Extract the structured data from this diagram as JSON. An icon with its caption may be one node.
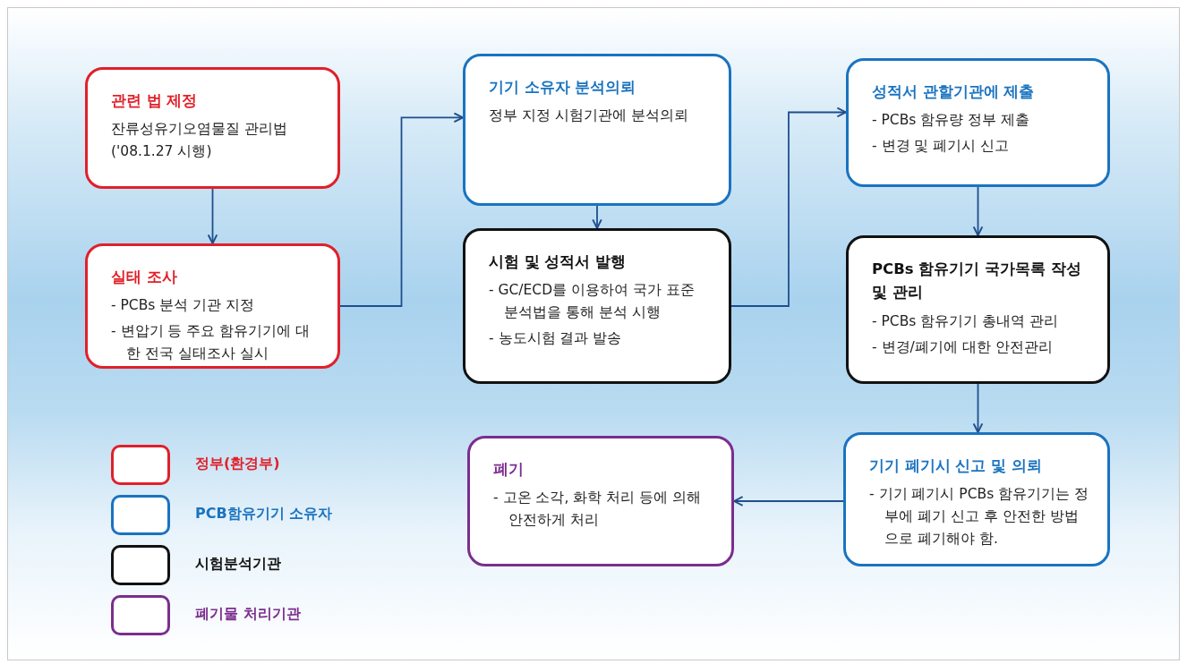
{
  "diagram": {
    "nodes": [
      {
        "text": [
          "관련 법 제정",
          "잔류성유기오염물질 관리법 ('08.1.27 시행)"
        ]
      },
      {
        "text": [
          "실태 조사",
          "- PCBs 분석 기관 지정",
          "- 변압기 등 주요 함유기기에 대한 전국 실태조사 실시"
        ]
      },
      {
        "text": [
          "기기 소유자 분석의뢰",
          "정부 지정 시험기관에 분석의뢰"
        ]
      },
      {
        "text": [
          "시험 및 성적서 발행",
          "- GC/ECD를 이용하여 국가 표준 분석법을 통해 분석 시행",
          "- 농도시험 결과 발송"
        ]
      },
      {
        "text": [
          "성적서 관할기관에 제출",
          "- PCBs 함유량 정부 제출",
          "- 변경 및 폐기시 신고"
        ]
      },
      {
        "text": [
          "PCBs 함유기기 국가목록 작성 및 관리",
          "- PCBs 함유기기 총내역 관리",
          "- 변경/폐기에 대한 안전관리"
        ]
      },
      {
        "text": [
          "기기 폐기시 신고 및 의뢰",
          "- 기기 폐기시 PCBs 함유기기는 정부에 폐기 신고 후 안전한 방법으로 폐기해야 함."
        ]
      },
      {
        "text": [
          "폐기",
          "- 고온 소각, 화학 처리 등에 의해 안전하게 처리"
        ]
      }
    ],
    "edges": [
      {
        "from": 0,
        "to": 1,
        "arrow": "to"
      },
      {
        "from": 1,
        "to": 2,
        "arrow": "to"
      },
      {
        "from": 2,
        "to": 3,
        "arrow": "to"
      },
      {
        "from": 3,
        "to": 4,
        "arrow": "to"
      },
      {
        "from": 4,
        "to": 5,
        "arrow": "to"
      },
      {
        "from": 5,
        "to": 6,
        "arrow": "to"
      },
      {
        "from": 6,
        "to": 7,
        "arrow": "to"
      }
    ],
    "legend": [
      {
        "text": "정부(환경부)",
        "color": "#e0202a"
      },
      {
        "text": "PCB함유기기 소유자",
        "color": "#1a73c0"
      },
      {
        "text": "시험분석기관",
        "color": "#111111"
      },
      {
        "text": "폐기물 처리기관",
        "color": "#7b2d8e"
      }
    ]
  }
}
